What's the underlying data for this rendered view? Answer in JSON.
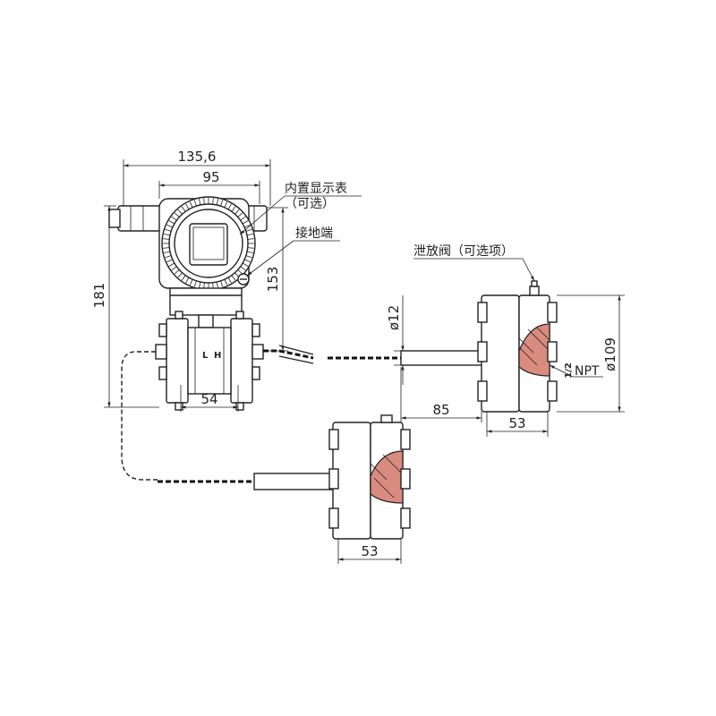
{
  "dimensions": {
    "transmitter_overall_width": "135,6",
    "housing_width": "95",
    "overall_height": "181",
    "ground_height": "153",
    "flange_body_width": "54",
    "capillary_diameter": "ø12",
    "flange_diameter": "ø109",
    "extension_length": "85",
    "seal_width_upper": "53",
    "seal_width_lower": "53"
  },
  "labels": {
    "builtin_display": "内置显示表",
    "builtin_display_optional": "（可选）",
    "ground_terminal": "接地端",
    "drain_valve": "泄放阀（可选项）",
    "npt": "NPT",
    "npt_fraction": "1/2",
    "port_low": "L",
    "port_high": "H"
  },
  "colors": {
    "line": "#222222",
    "hatch": "#d98b80"
  }
}
